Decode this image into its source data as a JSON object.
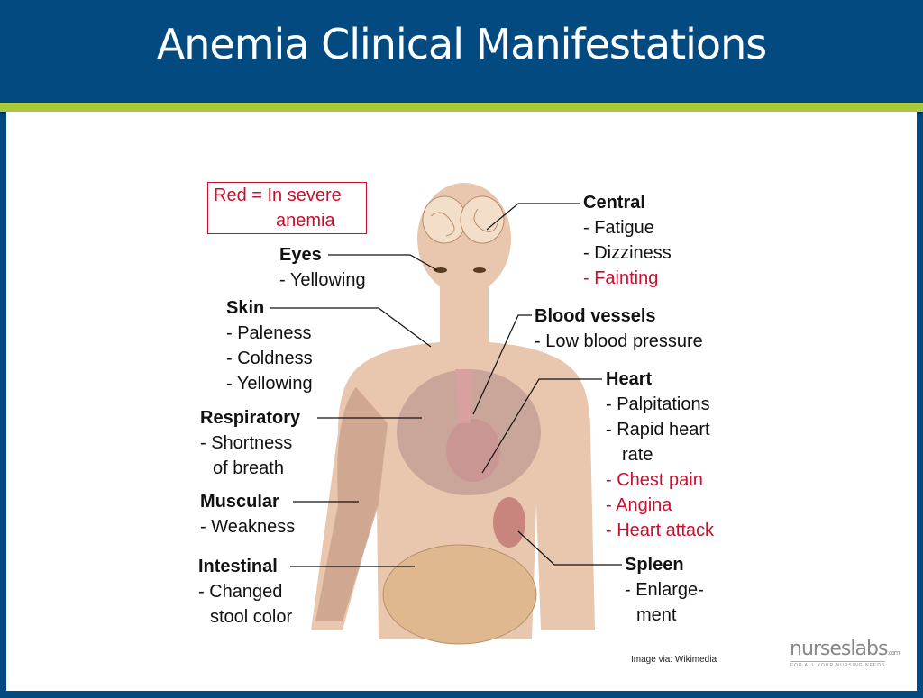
{
  "title": "Anemia Clinical Manifestations",
  "legend": {
    "line1": "Red = In severe",
    "line2": "anemia"
  },
  "groups": {
    "central": {
      "title": "Central",
      "items": [
        "- Fatigue",
        "- Dizziness"
      ],
      "severe": [
        "- Fainting"
      ]
    },
    "eyes": {
      "title": "Eyes",
      "items": [
        "- Yellowing"
      ]
    },
    "skin": {
      "title": "Skin",
      "items": [
        "- Paleness",
        "- Coldness",
        "- Yellowing"
      ]
    },
    "blood": {
      "title": "Blood vessels",
      "items": [
        "- Low blood pressure"
      ]
    },
    "heart": {
      "title": "Heart",
      "items": [
        "- Palpitations",
        "- Rapid heart",
        "rate"
      ],
      "severe": [
        "- Chest pain",
        "- Angina",
        "- Heart attack"
      ]
    },
    "resp": {
      "title": "Respiratory",
      "items": [
        "- Shortness",
        "of breath"
      ]
    },
    "musc": {
      "title": "Muscular",
      "items": [
        "- Weakness"
      ]
    },
    "intest": {
      "title": "Intestinal",
      "items": [
        "- Changed",
        "stool color"
      ]
    },
    "spleen": {
      "title": "Spleen",
      "items": [
        "- Enlarge-",
        "ment"
      ]
    }
  },
  "credit": "Image via: Wikimedia",
  "logo": {
    "name": "nurseslabs",
    "suffix": ".com",
    "tagline": "FOR ALL YOUR NURSING NEEDS"
  },
  "colors": {
    "header": "#034a80",
    "accent": "#a9c93d",
    "severe": "#c8102e",
    "skin": "#e9c6ae"
  }
}
